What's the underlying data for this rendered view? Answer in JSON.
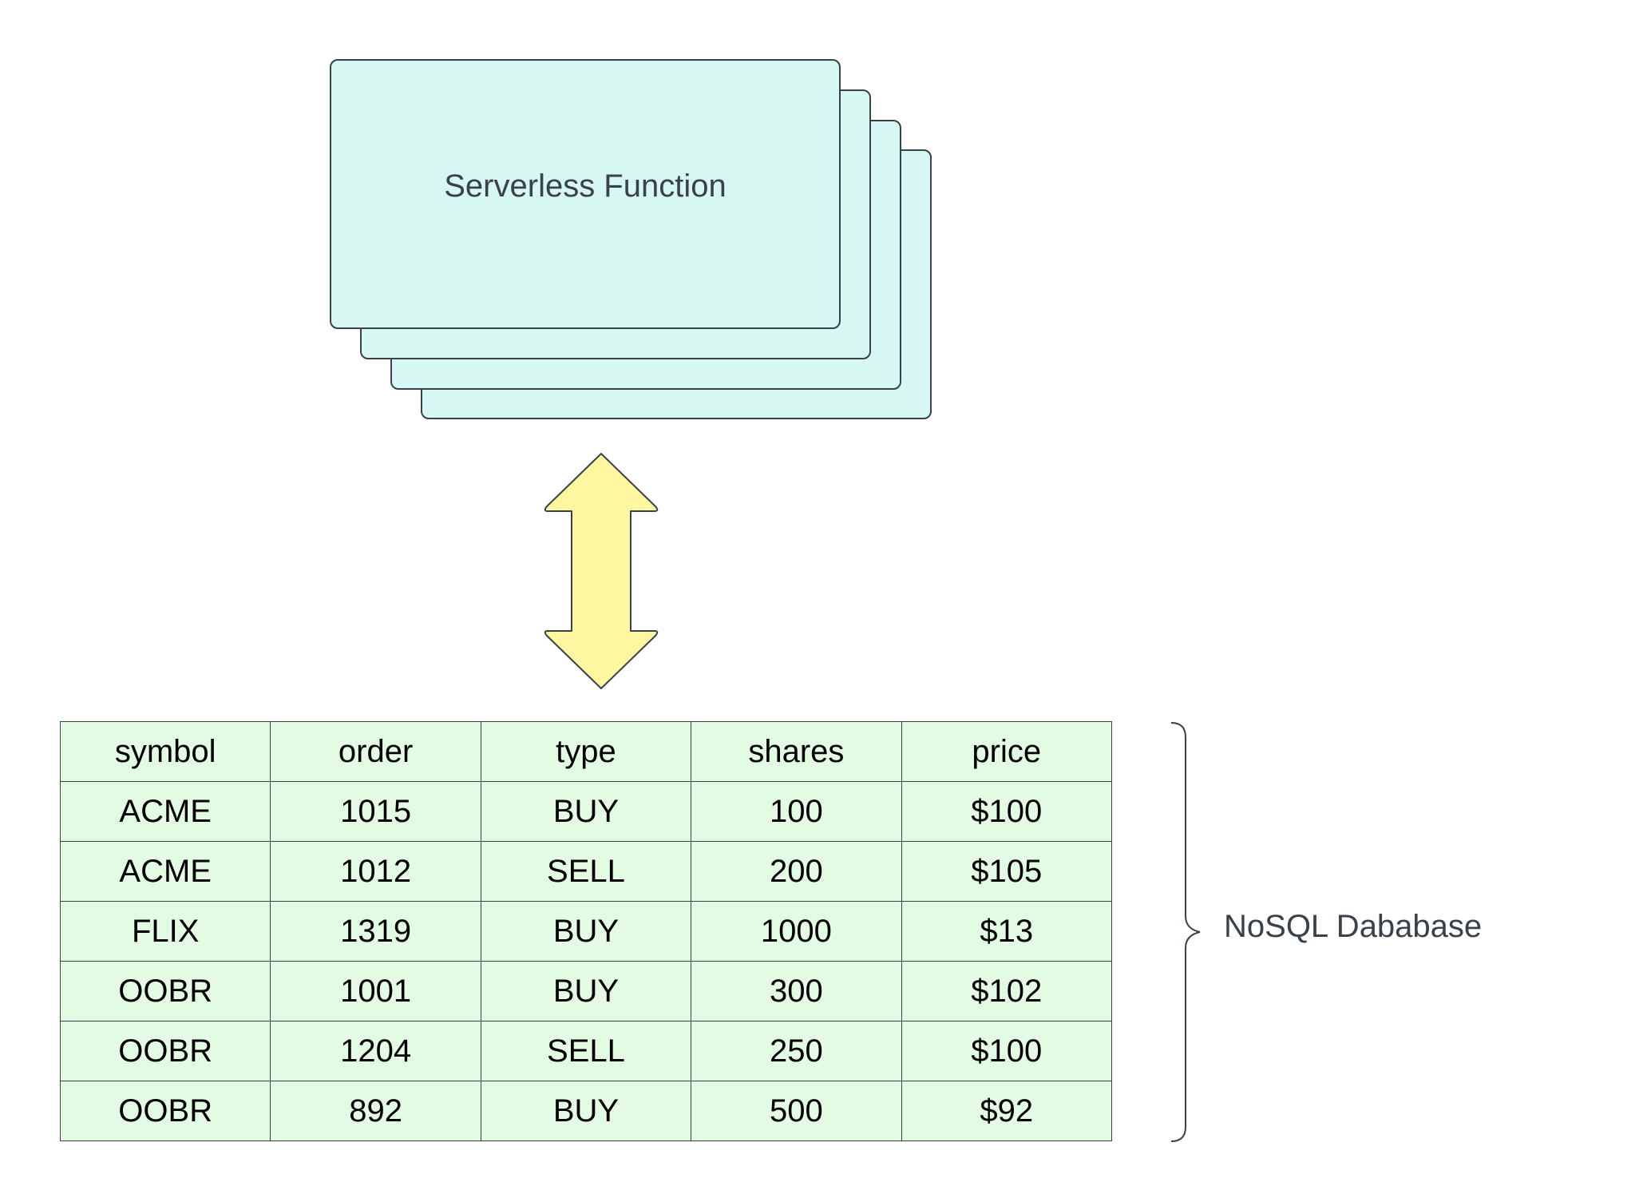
{
  "function_card": {
    "label": "Serverless Function",
    "fill_color": "#d7f8f2",
    "stack_count": 4
  },
  "arrow": {
    "direction": "bidirectional-vertical",
    "fill_color": "#fff6a0"
  },
  "table": {
    "fill_color": "#e3fae3",
    "headers": [
      "symbol",
      "order",
      "type",
      "shares",
      "price"
    ],
    "rows": [
      [
        "ACME",
        "1015",
        "BUY",
        "100",
        "$100"
      ],
      [
        "ACME",
        "1012",
        "SELL",
        "200",
        "$105"
      ],
      [
        "FLIX",
        "1319",
        "BUY",
        "1000",
        "$13"
      ],
      [
        "OOBR",
        "1001",
        "BUY",
        "300",
        "$102"
      ],
      [
        "OOBR",
        "1204",
        "SELL",
        "250",
        "$100"
      ],
      [
        "OOBR",
        "892",
        "BUY",
        "500",
        "$92"
      ]
    ]
  },
  "database": {
    "label": "NoSQL Dababase"
  }
}
